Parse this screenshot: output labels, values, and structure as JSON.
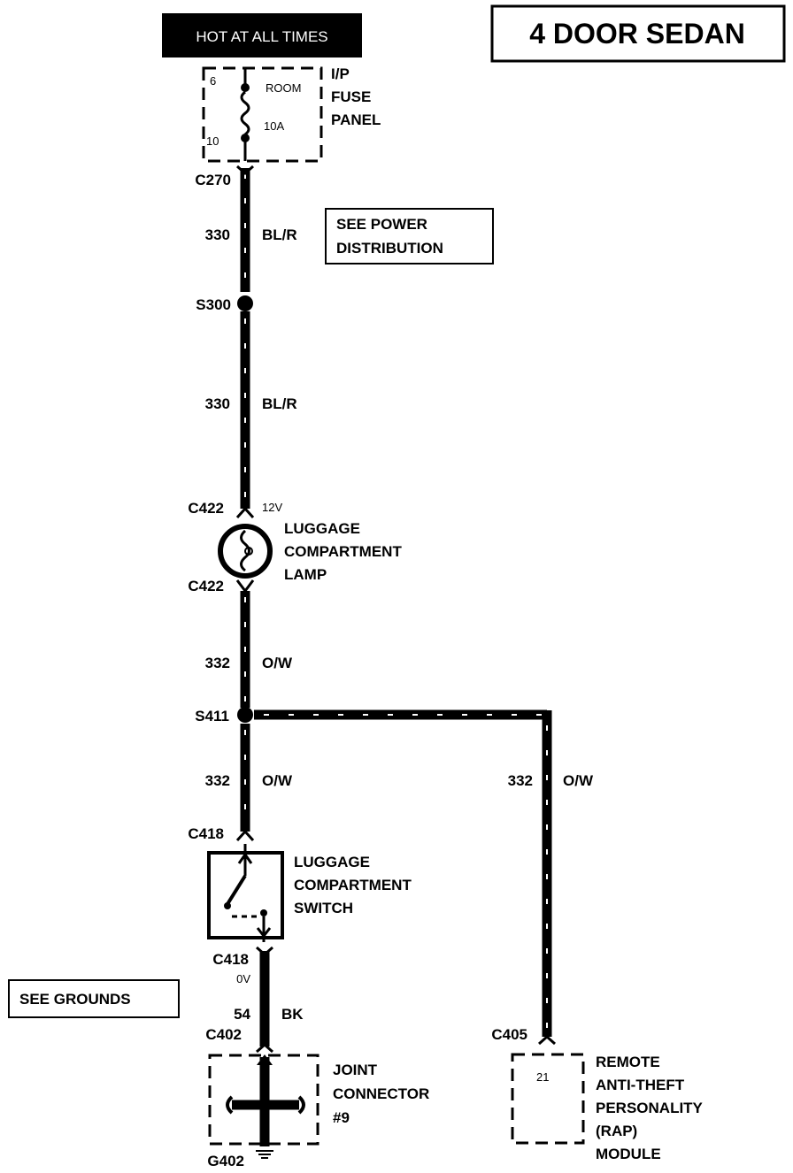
{
  "header": {
    "hot_label": "HOT AT ALL TIMES",
    "title": "4 DOOR SEDAN"
  },
  "fuse_panel": {
    "label_lines": [
      "I/P",
      "FUSE",
      "PANEL"
    ],
    "pin_top": "6",
    "pin_bottom": "10",
    "fuse_name": "ROOM",
    "fuse_rating": "10A"
  },
  "notes": {
    "power_lines": [
      "SEE POWER",
      "DISTRIBUTION"
    ],
    "grounds": "SEE GROUNDS"
  },
  "connectors": {
    "c270": "C270",
    "s300": "S300",
    "c422_top": "C422",
    "c422_bottom": "C422",
    "s411": "S411",
    "c418_top": "C418",
    "c418_bottom": "C418",
    "c402": "C402",
    "c405": "C405",
    "g402": "G402"
  },
  "wires": {
    "w330_a": {
      "circuit": "330",
      "color": "BL/R"
    },
    "w330_b": {
      "circuit": "330",
      "color": "BL/R"
    },
    "w332_a": {
      "circuit": "332",
      "color": "O/W"
    },
    "w332_b": {
      "circuit": "332",
      "color": "O/W"
    },
    "w332_c": {
      "circuit": "332",
      "color": "O/W"
    },
    "w54": {
      "circuit": "54",
      "color": "BK"
    }
  },
  "voltages": {
    "lamp_feed": "12V",
    "switch_out": "0V"
  },
  "components": {
    "lamp_lines": [
      "LUGGAGE",
      "COMPARTMENT",
      "LAMP"
    ],
    "switch_lines": [
      "LUGGAGE",
      "COMPARTMENT",
      "SWITCH"
    ],
    "joint_lines": [
      "JOINT",
      "CONNECTOR",
      "#9"
    ],
    "rap_lines": [
      "REMOTE",
      "ANTI-THEFT",
      "PERSONALITY",
      "(RAP)",
      "MODULE"
    ],
    "rap_pin": "21"
  }
}
